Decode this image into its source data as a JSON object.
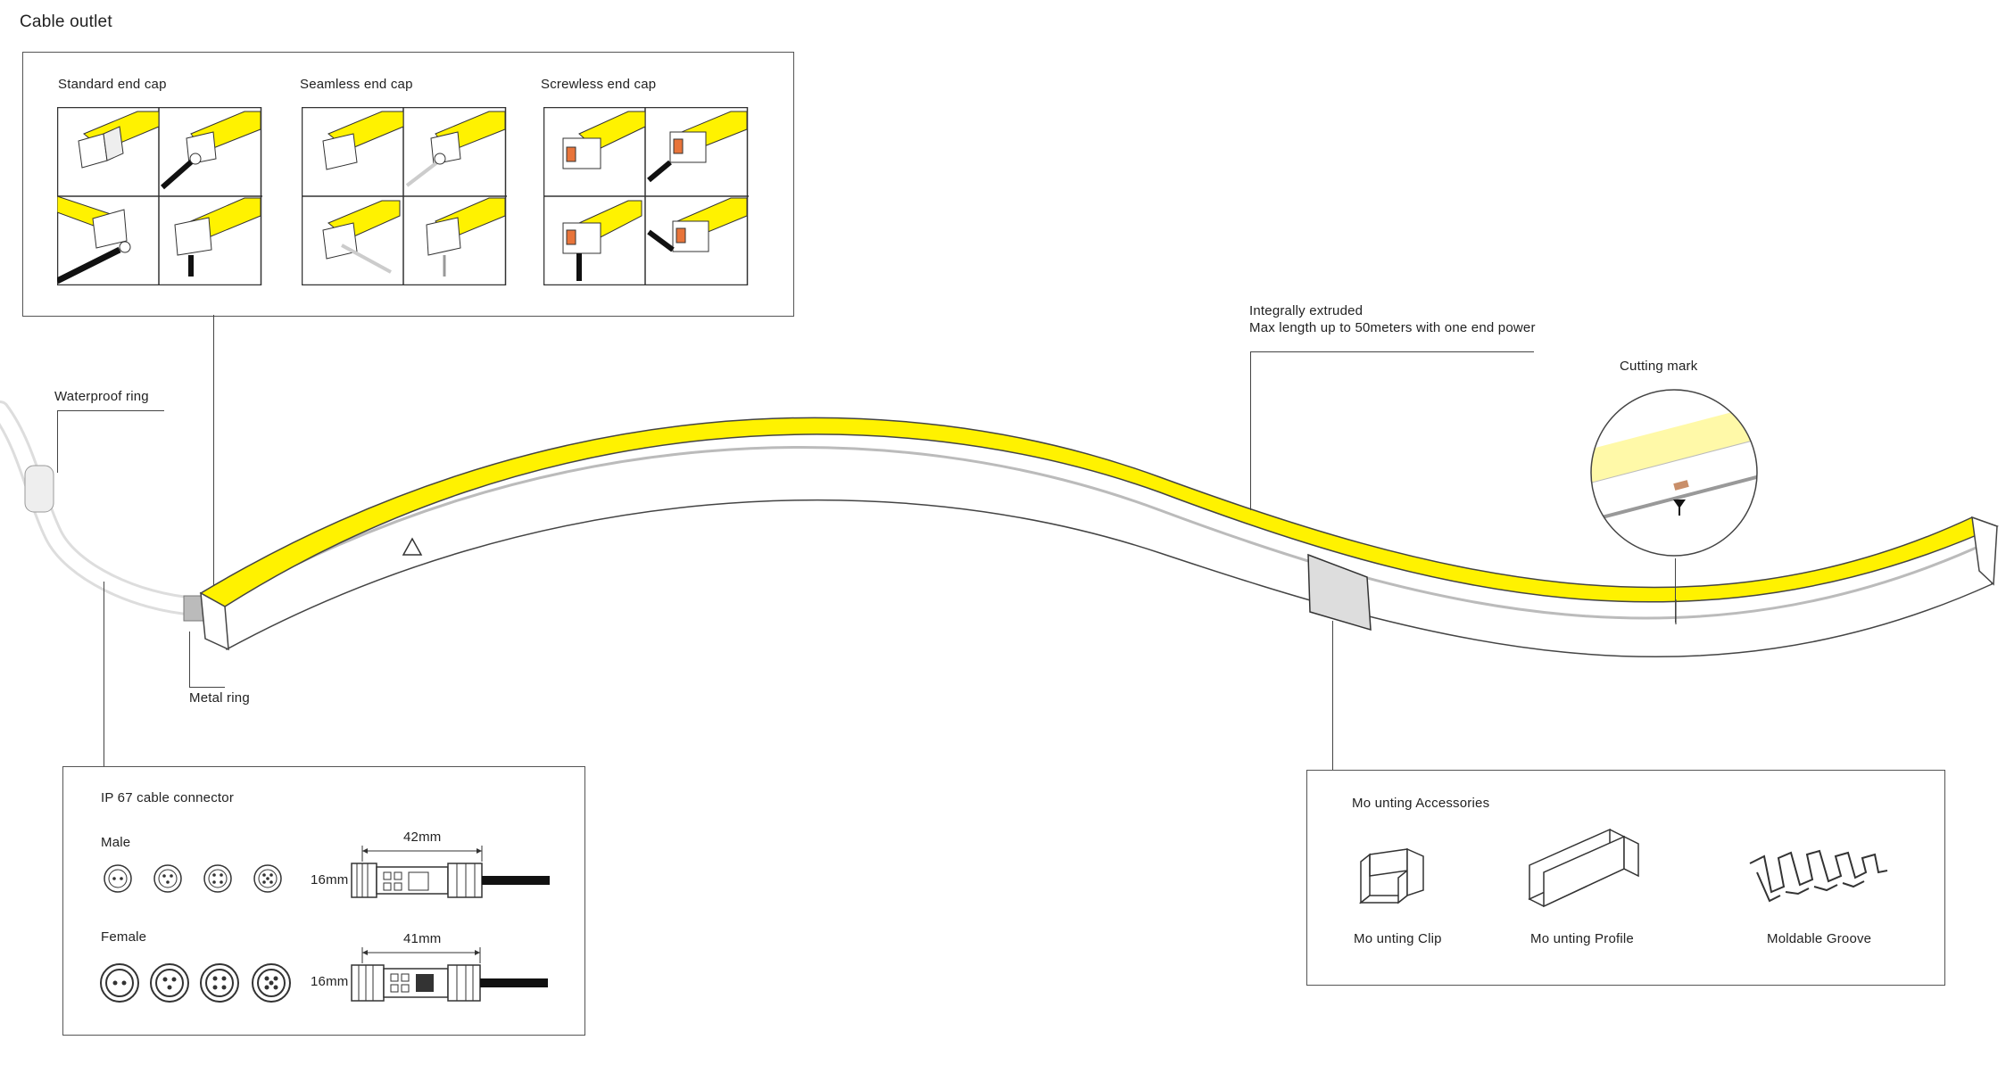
{
  "header": {
    "title": "Cable outlet"
  },
  "cable_outlet": {
    "groups": [
      {
        "label": "Standard  end cap"
      },
      {
        "label": "Seamless  end cap"
      },
      {
        "label": "Screwless end cap"
      }
    ]
  },
  "callouts": {
    "waterproof_ring": "Waterproof ring",
    "metal_ring": "Metal ring",
    "integrally_line1": "Integrally extruded",
    "integrally_line2": "Max length up to 50meters with one end power",
    "cutting_mark": "Cutting mark"
  },
  "ip67": {
    "title": "IP 67 cable connector",
    "male_label": "Male",
    "female_label": "Female",
    "male_width": "42mm",
    "male_height": "16mm",
    "female_width": "41mm",
    "female_height": "16mm"
  },
  "mounting": {
    "title": "Mo unting Accessories",
    "items": [
      {
        "label": "Mo unting Clip",
        "icon": "mounting-clip-icon"
      },
      {
        "label": "Mo unting Profile",
        "icon": "mounting-profile-icon"
      },
      {
        "label": "Moldable Groove",
        "icon": "moldable-groove-icon"
      }
    ]
  },
  "colors": {
    "led_yellow": "#fff200",
    "line": "#444444",
    "strip_body": "#ffffff"
  }
}
